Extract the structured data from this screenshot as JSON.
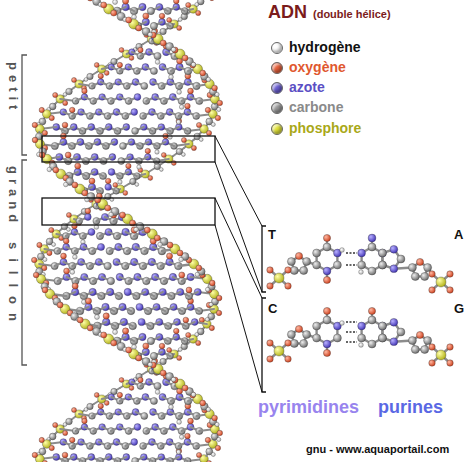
{
  "diagram": {
    "title": "ADN",
    "labels": [
      "(double hélice)",
      "petit",
      "grand",
      "sillon",
      "T",
      "A",
      "C",
      "G",
      "pyrimidines",
      "purines",
      "gnu - www.aquaportail.com"
    ],
    "legend": [
      {
        "text": "hydrogène",
        "color": "#ffffff"
      },
      {
        "text": "oxygène",
        "color": "#e8613c"
      },
      {
        "text": "azote",
        "color": "#6b5fd3"
      },
      {
        "text": "carbone",
        "color": "#9a9a9a"
      },
      {
        "text": "phosphore",
        "color": "#e3e43c"
      }
    ]
  }
}
